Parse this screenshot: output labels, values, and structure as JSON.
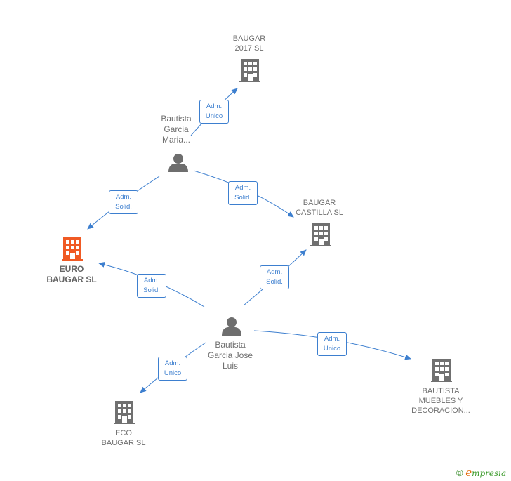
{
  "nodes": {
    "baugar_2017": {
      "line1": "BAUGAR",
      "line2": "2017  SL"
    },
    "baugar_castilla": {
      "line1": "BAUGAR",
      "line2": "CASTILLA  SL"
    },
    "euro_baugar": {
      "line1": "EURO",
      "line2": "BAUGAR  SL"
    },
    "eco_baugar": {
      "line1": "ECO",
      "line2": "BAUGAR  SL"
    },
    "bautista_muebles": {
      "line1": "BAUTISTA",
      "line2": "MUEBLES Y",
      "line3": "DECORACION..."
    },
    "maria": {
      "line1": "Bautista",
      "line2": "Garcia",
      "line3": "Maria..."
    },
    "jose_luis": {
      "line1": "Bautista",
      "line2": "Garcia Jose",
      "line3": "Luis"
    }
  },
  "edges": {
    "maria_2017": {
      "line1": "Adm.",
      "line2": "Unico"
    },
    "maria_euro": {
      "line1": "Adm.",
      "line2": "Solid."
    },
    "maria_castilla": {
      "line1": "Adm.",
      "line2": "Solid."
    },
    "jose_euro": {
      "line1": "Adm.",
      "line2": "Solid."
    },
    "jose_castilla": {
      "line1": "Adm.",
      "line2": "Solid."
    },
    "jose_muebles": {
      "line1": "Adm.",
      "line2": "Unico"
    },
    "jose_eco": {
      "line1": "Adm.",
      "line2": "Unico"
    }
  },
  "colors": {
    "edge": "#3d7fcf",
    "company": "#707070",
    "highlight": "#f05a24",
    "person": "#6e6e6e"
  },
  "icons": {
    "company": "building-icon",
    "person": "person-icon"
  },
  "footer": {
    "symbol": "©",
    "brand_initial": "e",
    "brand_rest": "mpresia"
  }
}
